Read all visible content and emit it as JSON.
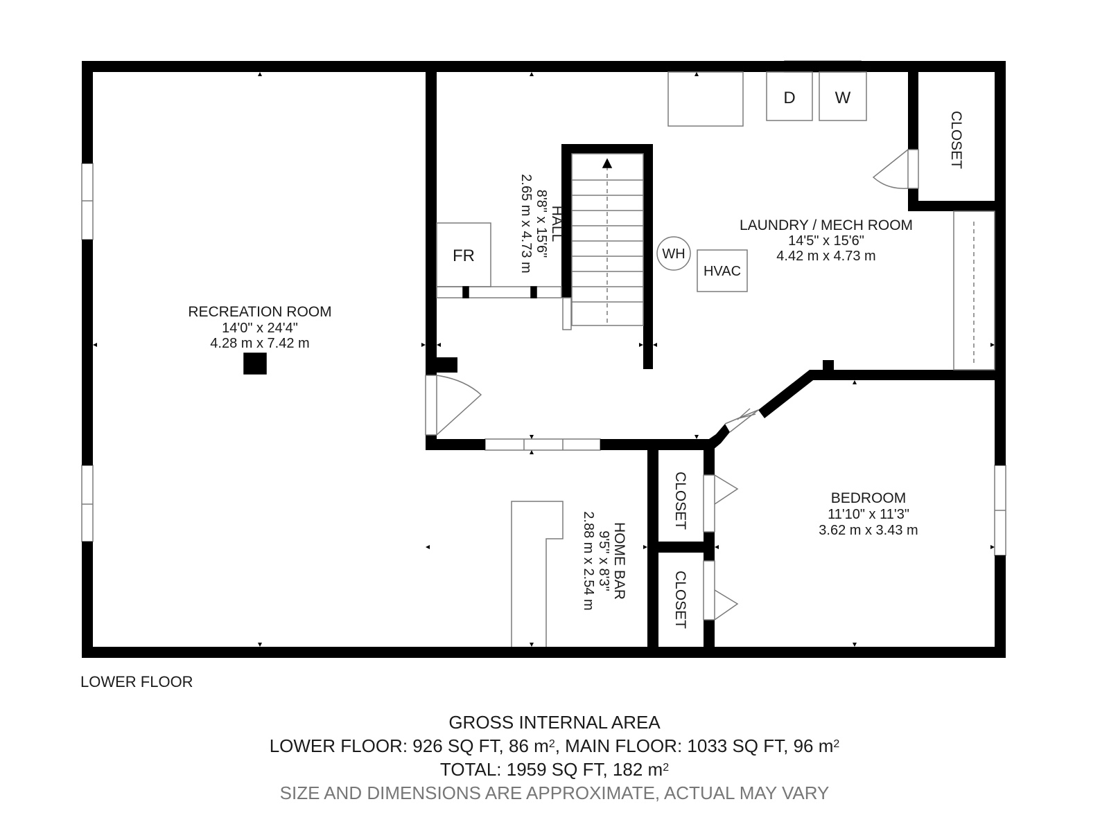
{
  "plan": {
    "wall_color": "#000000",
    "fixture_stroke": "#7a7a7a",
    "rooms": {
      "recreation": {
        "name": "RECREATION ROOM",
        "dim_ft": "14'0\" x 24'4\"",
        "dim_m": "4.28 m x 7.42 m"
      },
      "hall": {
        "name": "HALL",
        "dim_ft": "8'8\" x 15'6\"",
        "dim_m": "2.65 m x 4.73 m"
      },
      "laundry": {
        "name": "LAUNDRY / MECH ROOM",
        "dim_ft": "14'5\" x 15'6\"",
        "dim_m": "4.42 m x 4.73 m"
      },
      "bedroom": {
        "name": "BEDROOM",
        "dim_ft": "11'10\" x 11'3\"",
        "dim_m": "3.62 m x 3.43 m"
      },
      "home_bar": {
        "name": "HOME BAR",
        "dim_ft": "9'5\" x 8'3\"",
        "dim_m": "2.88 m x 2.54 m"
      },
      "closet_top": {
        "name": "CLOSET"
      },
      "closet_mid": {
        "name": "CLOSET"
      },
      "closet_low": {
        "name": "CLOSET"
      }
    },
    "fixtures": {
      "dryer": "D",
      "washer": "W",
      "fridge": "FR",
      "water_heater": "WH",
      "hvac": "HVAC"
    }
  },
  "floor_label": "LOWER FLOOR",
  "area": {
    "heading": "GROSS INTERNAL AREA",
    "lower_prefix": "LOWER FLOOR: 926 SQ FT, 86 m",
    "main_prefix": ", MAIN FLOOR: 1033 SQ FT, 96 m",
    "total_prefix": "TOTAL: 1959 SQ FT, 182 m",
    "sq_exp": "2",
    "disclaimer": "SIZE AND DIMENSIONS ARE APPROXIMATE, ACTUAL MAY VARY"
  }
}
